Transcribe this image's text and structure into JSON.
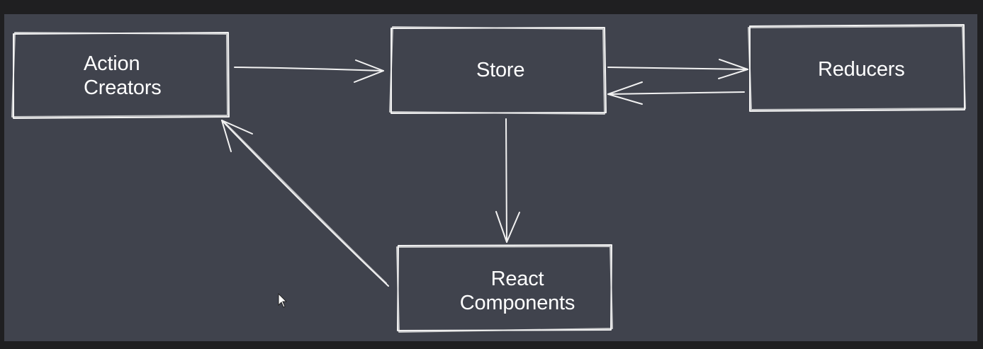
{
  "diagram": {
    "nodes": [
      {
        "id": "action-creators",
        "label": "Action\nCreators"
      },
      {
        "id": "store",
        "label": "Store"
      },
      {
        "id": "reducers",
        "label": "Reducers"
      },
      {
        "id": "react-components",
        "label": "React\nComponents"
      }
    ],
    "edges": [
      {
        "from": "action-creators",
        "to": "store"
      },
      {
        "from": "store",
        "to": "reducers"
      },
      {
        "from": "reducers",
        "to": "store"
      },
      {
        "from": "store",
        "to": "react-components"
      },
      {
        "from": "react-components",
        "to": "action-creators"
      }
    ]
  },
  "colors": {
    "frame": "#1f1f21",
    "canvas": "#40434d",
    "stroke": "#f2f2f2",
    "text": "#ffffff"
  },
  "cursor_icon": "mouse-pointer-icon"
}
